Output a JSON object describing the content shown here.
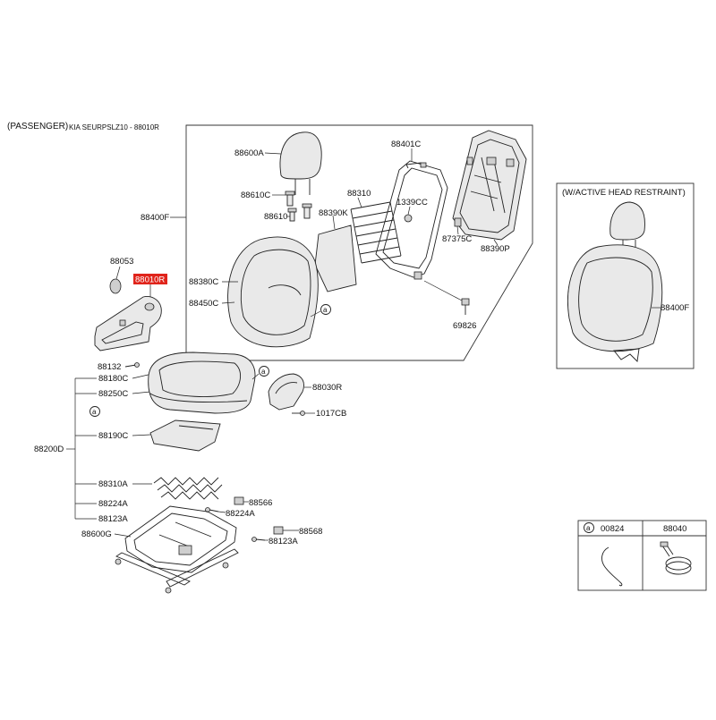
{
  "header": {
    "title": "(PASSENGER)",
    "subtitle": "KIA SEURPSLZ10 - 88010R"
  },
  "inset": {
    "title": "(W/ACTIVE HEAD RESTRAINT)",
    "part": "88400F"
  },
  "legend": {
    "marker": "a",
    "col1": "00824",
    "col2": "88040"
  },
  "callout_marker": "a",
  "highlight": {
    "part": "88010R",
    "color": "#e0241b"
  },
  "parts": {
    "p88600A": "88600A",
    "p88610C": "88610C",
    "p88610": "88610",
    "p88400F": "88400F",
    "p88401C": "88401C",
    "p88310_top": "88310",
    "p1339CC": "1339CC",
    "p88390K": "88390K",
    "p87375C": "87375C",
    "p88390P": "88390P",
    "p88380C": "88380C",
    "p88450C": "88450C",
    "p69826": "69826",
    "p88053": "88053",
    "p88132": "88132",
    "p88180C": "88180C",
    "p88250C": "88250C",
    "p88030R": "88030R",
    "p1017CB": "1017CB",
    "p88200D": "88200D",
    "p88190C": "88190C",
    "p88310A": "88310A",
    "p88566": "88566",
    "p88224A_left": "88224A",
    "p88224A_right": "88224A",
    "p88123A_left": "88123A",
    "p88123A_right": "88123A",
    "p88600G": "88600G",
    "p88568": "88568"
  }
}
